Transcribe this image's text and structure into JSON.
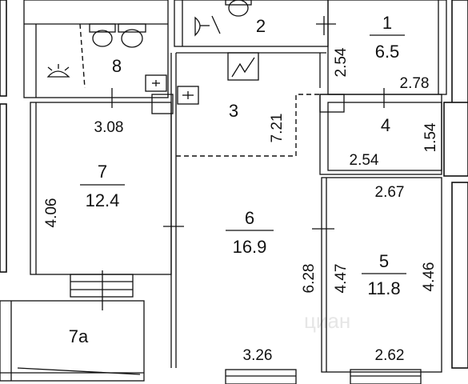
{
  "rooms": [
    {
      "id": "1",
      "number": "1",
      "area": "6.5"
    },
    {
      "id": "2",
      "number": "2",
      "area": ""
    },
    {
      "id": "3",
      "number": "3",
      "area": ""
    },
    {
      "id": "4",
      "number": "4",
      "area": ""
    },
    {
      "id": "5",
      "number": "5",
      "area": "11.8"
    },
    {
      "id": "6",
      "number": "6",
      "area": "16.9"
    },
    {
      "id": "7",
      "number": "7",
      "area": "12.4"
    },
    {
      "id": "7a",
      "number": "7а",
      "area": ""
    },
    {
      "id": "8",
      "number": "8",
      "area": ""
    }
  ],
  "dimensions": {
    "d_2_54_top": "2.54",
    "d_2_78": "2.78",
    "d_3_08": "3.08",
    "d_7_21": "7.21",
    "d_1_54": "1.54",
    "d_2_54_room4": "2.54",
    "d_2_67": "2.67",
    "d_4_06": "4.06",
    "d_6_28": "6.28",
    "d_4_47": "4.47",
    "d_4_46": "4.46",
    "d_3_26": "3.26",
    "d_2_62": "2.62"
  },
  "watermark": "циан",
  "colors": {
    "line": "#111111",
    "background": "#ffffff"
  }
}
